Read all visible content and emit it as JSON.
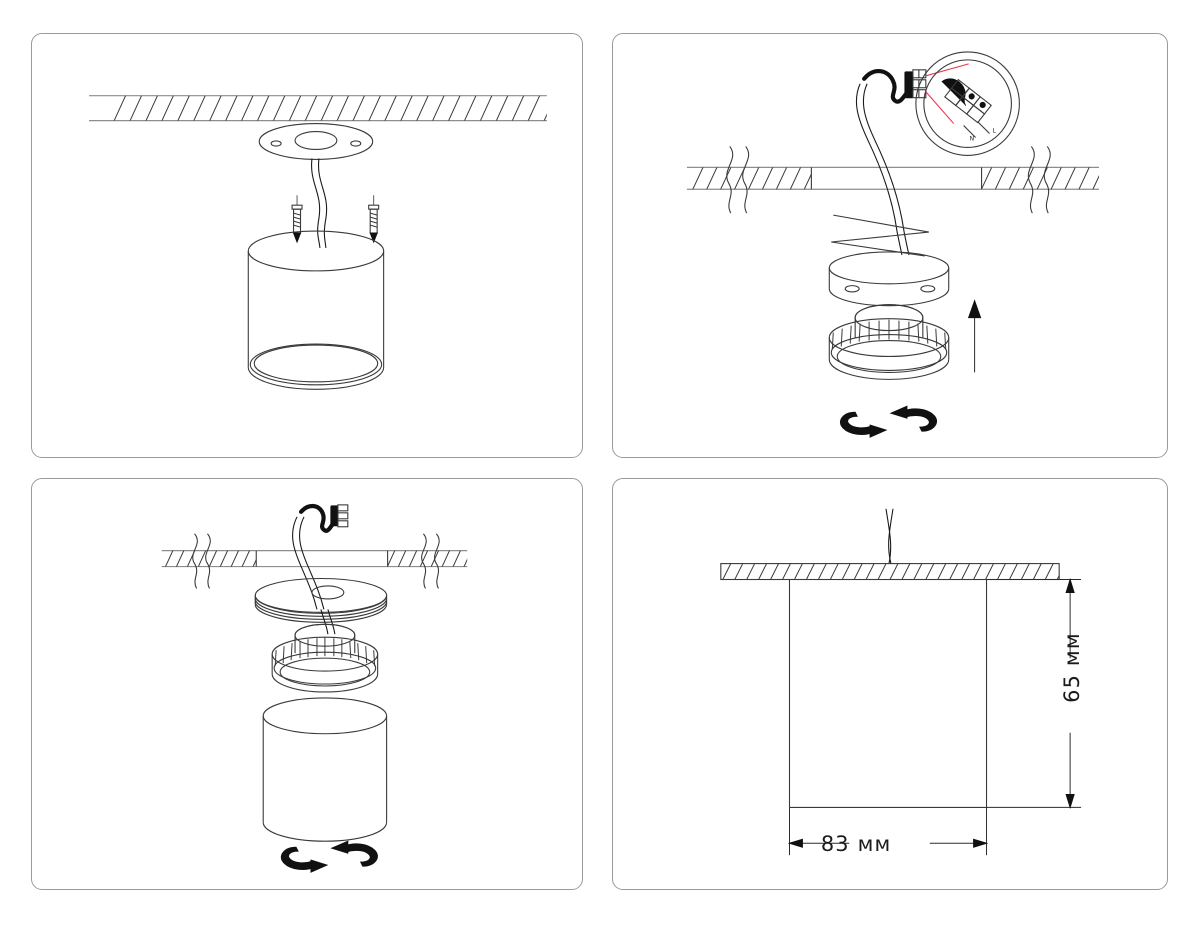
{
  "document": {
    "type": "installation-instruction-diagram",
    "product": "surface-mounted-cylinder-ceiling-luminaire",
    "panel_count": 4
  },
  "panels": [
    {
      "id": "panel-1",
      "step_number": "1",
      "title": "",
      "description": "Ceiling slab with mounting plate, two screws, cable and cylindrical luminaire body",
      "parts": [
        {
          "name": "ceiling-slab",
          "icon": "hatched-slab"
        },
        {
          "name": "mounting-plate",
          "icon": "ellipse-plate-with-center-hole"
        },
        {
          "name": "screw-left",
          "icon": "screw-icon"
        },
        {
          "name": "screw-right",
          "icon": "screw-icon"
        },
        {
          "name": "cable",
          "icon": "cable-icon"
        },
        {
          "name": "luminaire-body",
          "icon": "cylinder-icon"
        }
      ],
      "labels": []
    },
    {
      "id": "panel-2",
      "step_number": "2",
      "title": "",
      "description": "Ceiling cross-section with break lines, terminal block with magnified detail circle, mounting base, knurled light module pushed up and rotated",
      "parts": [
        {
          "name": "ceiling-section",
          "icon": "hatched-slab"
        },
        {
          "name": "break-symbol-left",
          "icon": "break-line-icon"
        },
        {
          "name": "break-symbol-right",
          "icon": "break-line-icon"
        },
        {
          "name": "terminal-block",
          "icon": "terminal-block-icon"
        },
        {
          "name": "detail-circle",
          "icon": "magnifier-detail-circle"
        },
        {
          "name": "mounting-base",
          "icon": "disc-base-icon"
        },
        {
          "name": "knurled-module",
          "icon": "knurled-ring-icon"
        },
        {
          "name": "push-up-arrow",
          "icon": "arrow-up-icon"
        },
        {
          "name": "rotate-arrow",
          "icon": "rotate-arrow-icon"
        }
      ],
      "labels": [
        {
          "name": "terminal-live",
          "text": "L"
        },
        {
          "name": "terminal-neutral",
          "text": "N"
        }
      ]
    },
    {
      "id": "panel-3",
      "step_number": "3",
      "title": "",
      "description": "Exploded assembly view: ceiling, mounting disc, knurled module and cylinder body with rotation arrow",
      "parts": [
        {
          "name": "ceiling-section",
          "icon": "hatched-slab"
        },
        {
          "name": "break-symbol-left",
          "icon": "break-line-icon"
        },
        {
          "name": "break-symbol-right",
          "icon": "break-line-icon"
        },
        {
          "name": "terminal-block",
          "icon": "terminal-block-icon"
        },
        {
          "name": "mounting-disc",
          "icon": "thin-disc-icon"
        },
        {
          "name": "knurled-module",
          "icon": "knurled-ring-icon"
        },
        {
          "name": "luminaire-body",
          "icon": "cylinder-icon"
        },
        {
          "name": "rotate-arrow",
          "icon": "rotate-arrow-icon"
        }
      ],
      "labels": []
    },
    {
      "id": "panel-4",
      "step_number": "4",
      "title": "",
      "description": "Dimensioned elevation of the mounted luminaire",
      "parts": [
        {
          "name": "ceiling-slab",
          "icon": "hatched-slab"
        },
        {
          "name": "cable",
          "icon": "cable-icon"
        },
        {
          "name": "luminaire-outline",
          "icon": "rectangle-outline"
        }
      ],
      "labels": []
    }
  ],
  "dimensions": {
    "height": {
      "name": "height-dimension",
      "value": "65",
      "unit": "мм",
      "text": "65 мм",
      "orientation": "vertical"
    },
    "width": {
      "name": "width-dimension",
      "value": "83",
      "unit": "мм",
      "text": "83 мм",
      "orientation": "horizontal"
    }
  },
  "colors": {
    "line": "#3a3a3a",
    "gray_line": "#8d8d8d",
    "panel_border": "#9a9a9a",
    "leader_red": "#e8384f",
    "solid_black": "#111111",
    "background": "#ffffff"
  }
}
